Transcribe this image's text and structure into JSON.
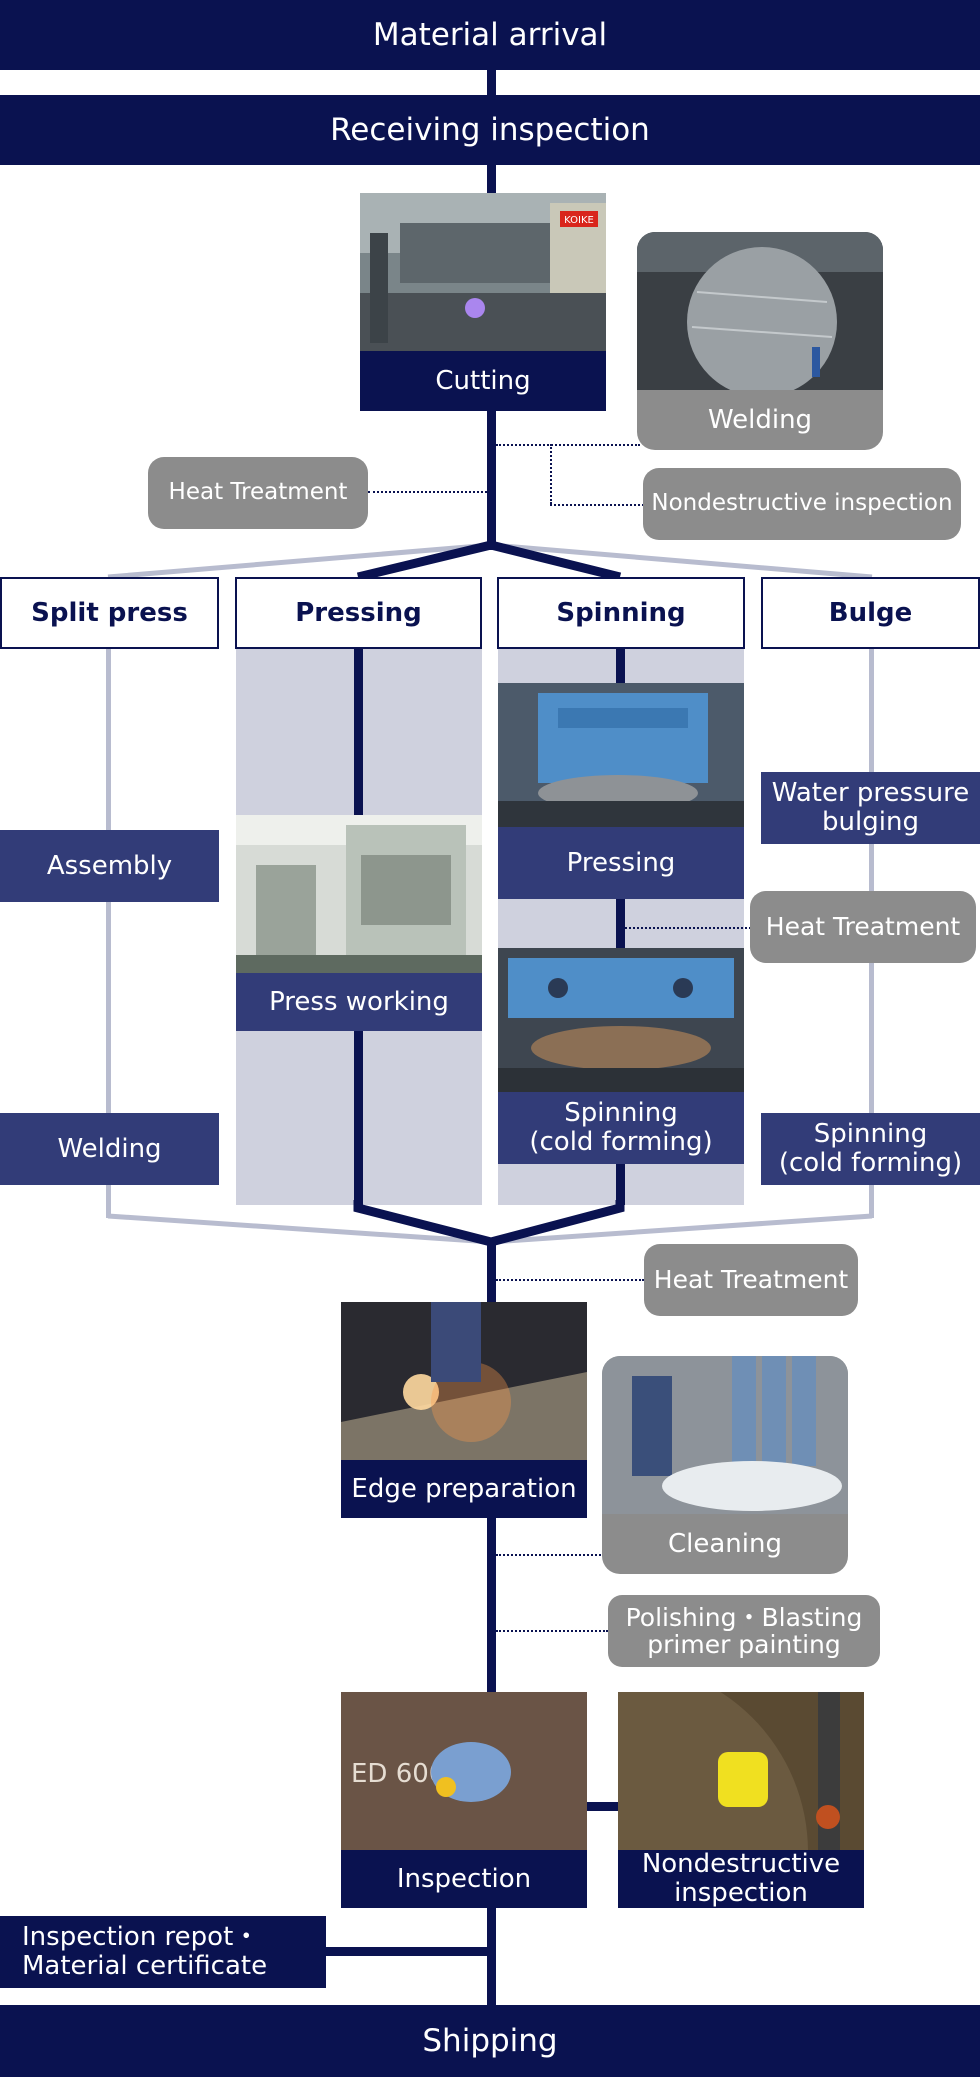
{
  "steps": {
    "material_arrival": "Material arrival",
    "receiving_inspection": "Receiving inspection",
    "cutting": "Cutting",
    "welding_top": "Welding",
    "heat_treatment_top": "Heat Treatment",
    "nondestructive_top": "Nondestructive inspection",
    "heat_treatment_mid": "Heat Treatment",
    "edge_preparation": "Edge preparation",
    "cleaning": "Cleaning",
    "polishing_line1": "Polishing・Blasting",
    "polishing_line2": "primer painting",
    "inspection": "Inspection",
    "nondestructive_bottom_line1": "Nondestructive",
    "nondestructive_bottom_line2": "inspection",
    "report_line1": "Inspection repot・",
    "report_line2": "Material certificate",
    "shipping": "Shipping"
  },
  "branches": {
    "split_press": {
      "title": "Split press",
      "assembly": "Assembly",
      "welding": "Welding"
    },
    "pressing": {
      "title": "Pressing",
      "press_working": "Press working"
    },
    "spinning": {
      "title": "Spinning",
      "pressing": "Pressing",
      "spinning_line1": "Spinning",
      "spinning_line2": "(cold forming)"
    },
    "bulge": {
      "title": "Bulge",
      "water_line1": "Water pressure",
      "water_line2": "bulging",
      "heat_treatment": "Heat Treatment",
      "spinning_line1": "Spinning",
      "spinning_line2": "(cold forming)"
    }
  },
  "photos": {
    "cutting_logo_text": "KOIKE",
    "inspection_chalk_text": "ED 6000"
  },
  "colors": {
    "navy": "#0a1250",
    "mid_blue": "#323c78",
    "gray": "#8c8c8c",
    "lane": "#cfd1de",
    "light_line": "#b8bccf"
  }
}
